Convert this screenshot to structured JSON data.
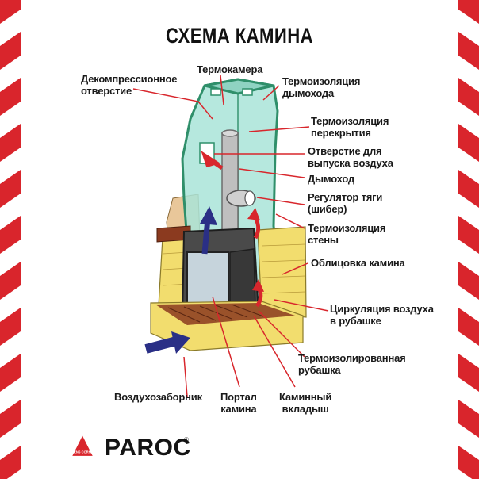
{
  "title": "СХЕМА КАМИНА",
  "labels": {
    "decompression": "Декомпрессионное\nотверстие",
    "thermochamber": "Термокамера",
    "chimney_insulation": "Термоизоляция\nдымохода",
    "ceiling_insulation": "Термоизоляция\nперекрытия",
    "air_outlet": "Отверстие для\nвыпуска воздуха",
    "chimney": "Дымоход",
    "draft_regulator": "Регулятор тяги\n(шибер)",
    "wall_insulation": "Термоизоляция\nстены",
    "cladding": "Облицовка камина",
    "air_circulation": "Циркуляция воздуха\nв рубашке",
    "insulated_jacket": "Термоизолированная\nрубашка",
    "air_intake": "Воздухозаборник",
    "portal": "Портал\nкамина",
    "insert": "Каминный\nвкладыш"
  },
  "brand": {
    "logo_text": "PAROC",
    "registered_mark": "®",
    "badge_text": "OWENS CORNING"
  },
  "colors": {
    "stripe_red": "#d9252c",
    "glass_green": "#9fe0d2",
    "glass_edge": "#2f8f6a",
    "brick_yellow": "#f2dd6e",
    "arrow_red": "#d8262c",
    "arrow_blue": "#2a2f86",
    "leader_red": "#d8262c"
  }
}
